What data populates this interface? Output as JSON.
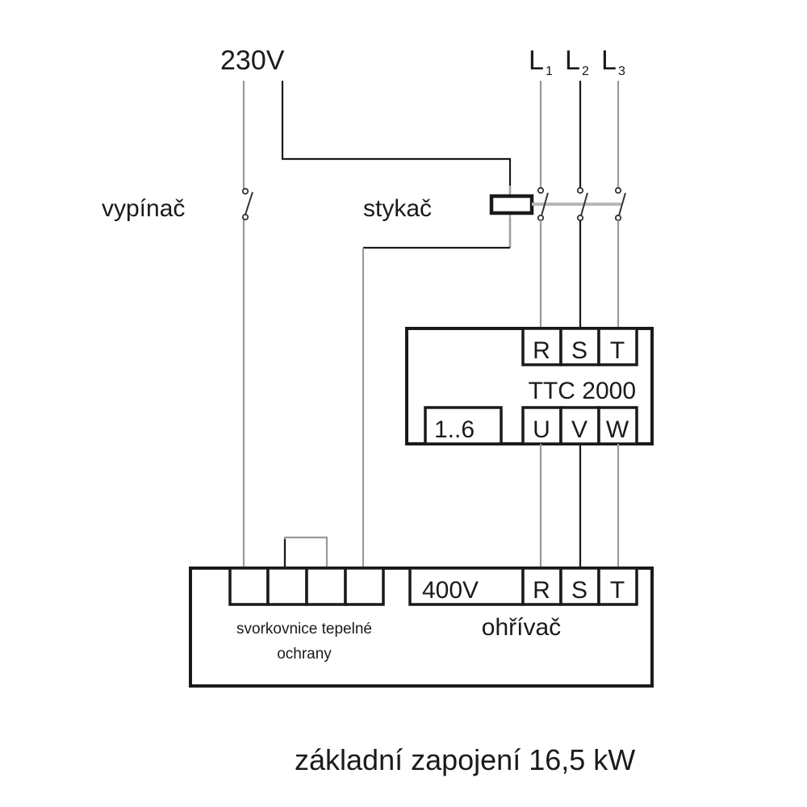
{
  "diagram": {
    "supplies": {
      "single_phase": "230V",
      "phases": [
        {
          "letter": "L",
          "index": "1"
        },
        {
          "letter": "L",
          "index": "2"
        },
        {
          "letter": "L",
          "index": "3"
        }
      ]
    },
    "switch_label": "vypínač",
    "contactor_label": "stykač",
    "controller": {
      "name": "TTC 2000",
      "input_terminals": [
        "R",
        "S",
        "T"
      ],
      "output_terminals": [
        "U",
        "V",
        "W"
      ],
      "step_terminal": "1..6"
    },
    "heater": {
      "name": "ohřívač",
      "voltage_terminal": "400V",
      "terminals": [
        "R",
        "S",
        "T"
      ],
      "thermal_block_label_line1": "svorkovnice tepelné",
      "thermal_block_label_line2": "ochrany",
      "thermal_terminal_count": 4
    },
    "caption": "základní zapojení 16,5 kW",
    "colors": {
      "wire_grey": "#9a9a9a",
      "wire_black": "#1a1a1a",
      "mechanical_link": "#b8b8b8"
    }
  }
}
